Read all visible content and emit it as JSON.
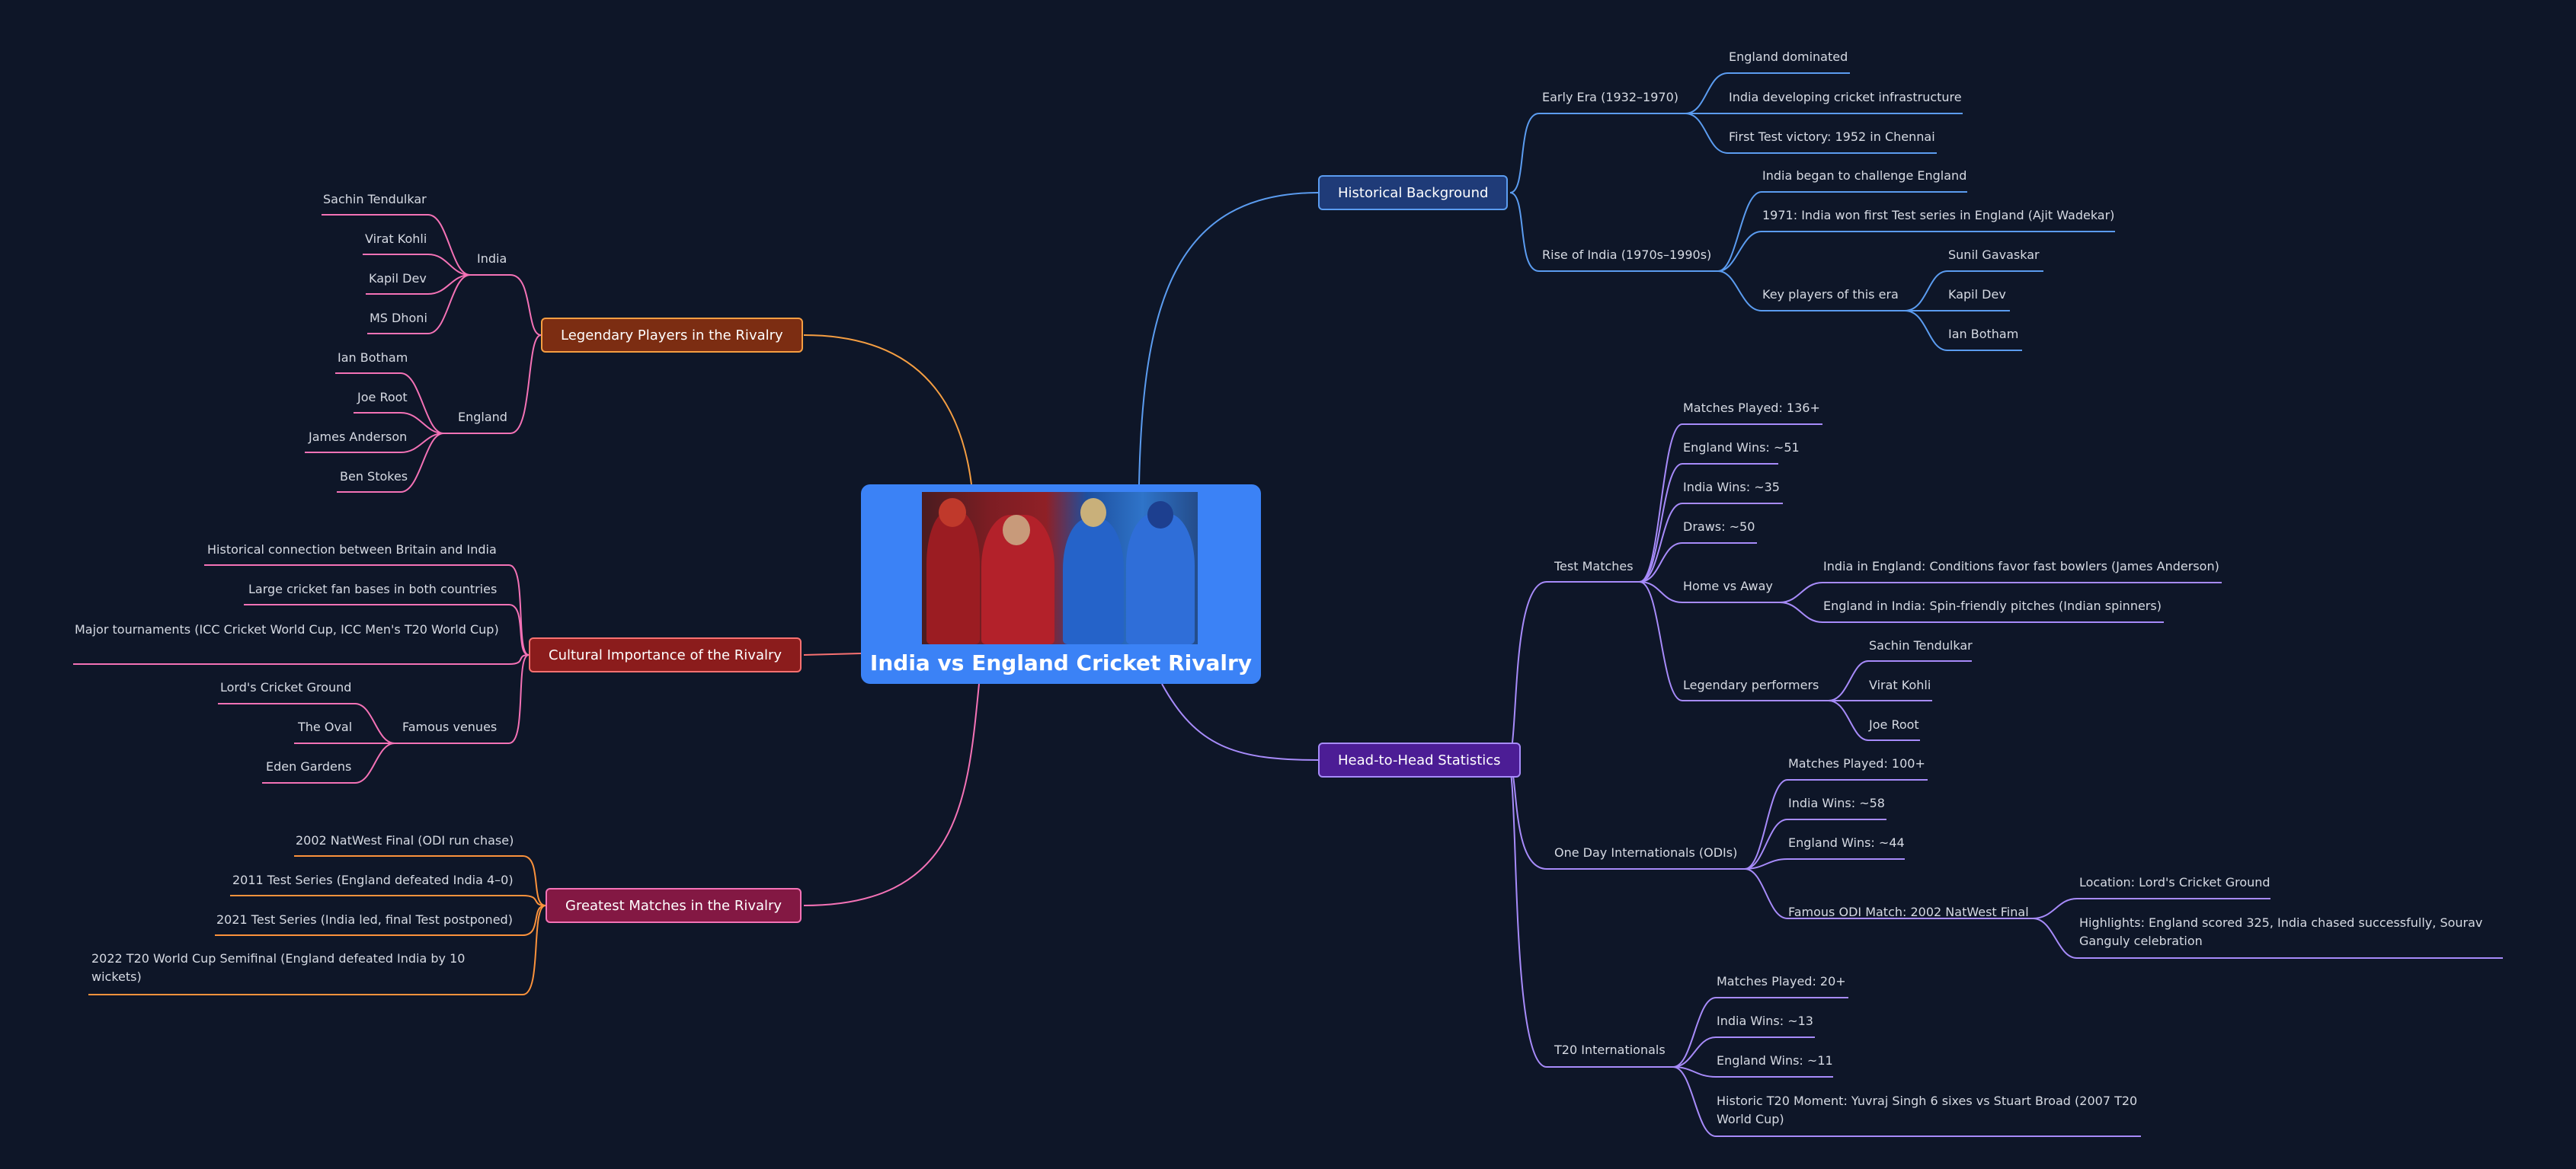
{
  "root": {
    "title": "India vs England Cricket Rivalry",
    "color": "#3b82f6"
  },
  "branches": {
    "historical": {
      "label": "Historical Background",
      "color": "#5b9cf0",
      "fill": "#1f3b78",
      "early_era": "Early Era (1932–1970)",
      "england_dominated": "England dominated",
      "india_developing": "India developing cricket infrastructure",
      "first_test_victory": "First Test victory: 1952 in Chennai",
      "rise_of_india": "Rise of India (1970s–1990s)",
      "india_began": "India began to challenge England",
      "series_1971": "1971: India won first Test series in England (Ajit Wadekar)",
      "key_players": "Key players of this era",
      "gavaskar": "Sunil Gavaskar",
      "kapil": "Kapil Dev",
      "botham": "Ian Botham"
    },
    "stats": {
      "label": "Head-to-Head Statistics",
      "color": "#a78bfa",
      "fill": "#4c1d95",
      "test_matches": "Test Matches",
      "test_played": "Matches Played: 136+",
      "test_eng_wins": "England Wins: ~51",
      "test_ind_wins": "India Wins: ~35",
      "test_draws": "Draws: ~50",
      "home_away": "Home vs Away",
      "india_in_england": "India in England: Conditions favor fast bowlers (James Anderson)",
      "england_in_india": "England in India: Spin-friendly pitches (Indian spinners)",
      "legendary_performers": "Legendary performers",
      "lp_sachin": "Sachin Tendulkar",
      "lp_kohli": "Virat Kohli",
      "lp_root": "Joe Root",
      "odis": "One Day Internationals (ODIs)",
      "odi_played": "Matches Played: 100+",
      "odi_ind_wins": "India Wins: ~58",
      "odi_eng_wins": "England Wins: ~44",
      "famous_odi": "Famous ODI Match: 2002 NatWest Final",
      "odi_location": "Location: Lord's Cricket Ground",
      "odi_highlights": "Highlights: England scored 325, India chased successfully, Sourav Ganguly celebration",
      "t20s": "T20 Internationals",
      "t20_played": "Matches Played: 20+",
      "t20_ind_wins": "India Wins: ~13",
      "t20_eng_wins": "England Wins: ~11",
      "t20_moment": "Historic T20 Moment: Yuvraj Singh 6 sixes vs Stuart Broad (2007 T20 World Cup)"
    },
    "legendary": {
      "label": "Legendary Players in the Rivalry",
      "color": "#f59e42",
      "fill": "#7c2d12",
      "india": "India",
      "sachin": "Sachin Tendulkar",
      "kohli": "Virat Kohli",
      "kapil": "Kapil Dev",
      "dhoni": "MS Dhoni",
      "england": "England",
      "botham": "Ian Botham",
      "root": "Joe Root",
      "anderson": "James Anderson",
      "stokes": "Ben Stokes",
      "sub_color": "#f472b6"
    },
    "cultural": {
      "label": "Cultural Importance of the Rivalry",
      "color": "#f87171",
      "fill": "#8b1c1c",
      "historical_connection": "Historical connection between Britain and India",
      "fan_bases": "Large cricket fan bases in both countries",
      "tournaments": "Major tournaments (ICC Cricket World Cup, ICC Men's T20 World Cup)",
      "famous_venues": "Famous venues",
      "lords": "Lord's Cricket Ground",
      "oval": "The Oval",
      "eden": "Eden Gardens",
      "sub_color": "#f472b6"
    },
    "greatest": {
      "label": "Greatest Matches in the Rivalry",
      "color": "#f472b6",
      "fill": "#831843",
      "natwest": "2002 NatWest Final (ODI run chase)",
      "series_2011": "2011 Test Series (England defeated India 4–0)",
      "series_2021": "2021 Test Series (India led, final Test postponed)",
      "t20_semi": "2022 T20 World Cup Semifinal (England defeated India by 10 wickets)",
      "sub_color": "#fb923c"
    }
  },
  "colors": {
    "background": "#0e1628",
    "label_text": "#d6dae3"
  }
}
